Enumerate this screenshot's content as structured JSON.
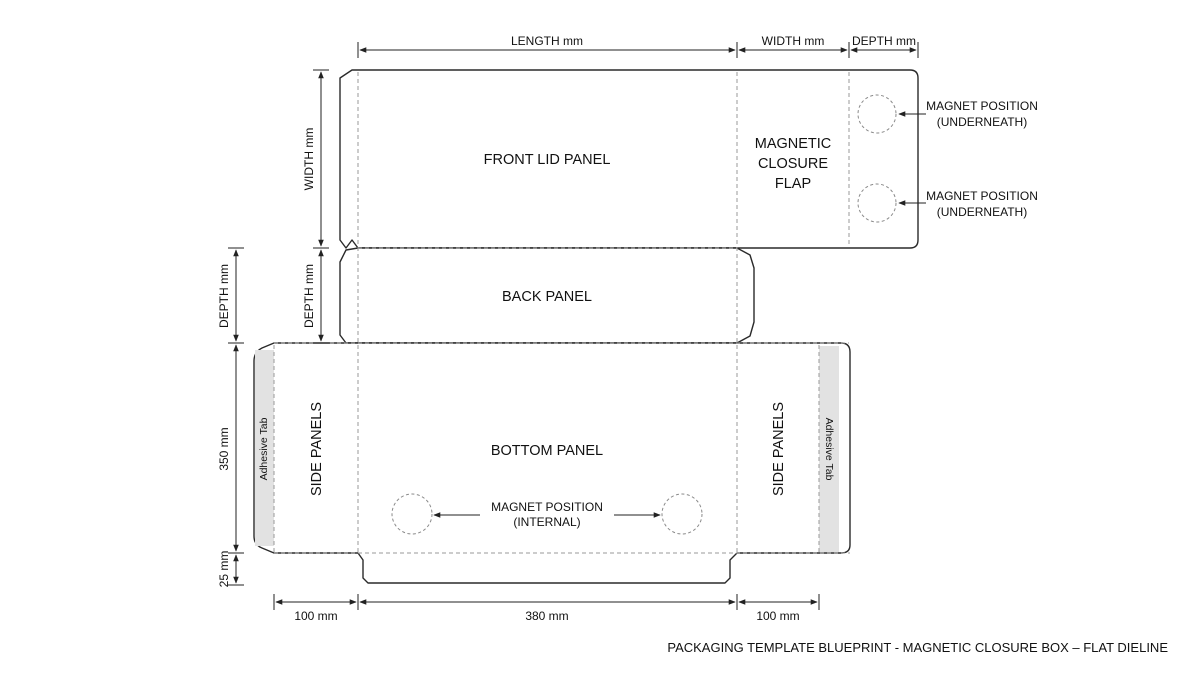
{
  "dimensions": {
    "length": "LENGTH mm",
    "width_top": "WIDTH mm",
    "depth_top": "DEPTH mm",
    "width_left": "WIDTH mm",
    "depth_left_inner": "DEPTH mm",
    "depth_left_outer": "DEPTH mm",
    "height_left": "350 mm",
    "tab_height_left": "25 mm",
    "bottom_left": "100 mm",
    "bottom_center": "380 mm",
    "bottom_right": "100 mm"
  },
  "panels": {
    "front_lid": "FRONT LID PANEL",
    "closure_flap_line1": "MAGNETIC",
    "closure_flap_line2": "CLOSURE",
    "closure_flap_line3": "FLAP",
    "back": "BACK PANEL",
    "bottom": "BOTTOM PANEL",
    "side_left": "SIDE PANELS",
    "side_right": "SIDE PANELS",
    "tab_left": "Adhesive Tab",
    "tab_right": "Adhesive Tab"
  },
  "magnets": {
    "top_line1": "MAGNET POSITION",
    "top_line2": "(UNDERNEATH)",
    "mid_line1": "MAGNET POSITION",
    "mid_line2": "(UNDERNEATH)",
    "internal_line1": "MAGNET POSITION",
    "internal_line2": "(INTERNAL)"
  },
  "caption": "PACKAGING TEMPLATE BLUEPRINT - MAGNETIC CLOSURE BOX – FLAT DIELINE"
}
